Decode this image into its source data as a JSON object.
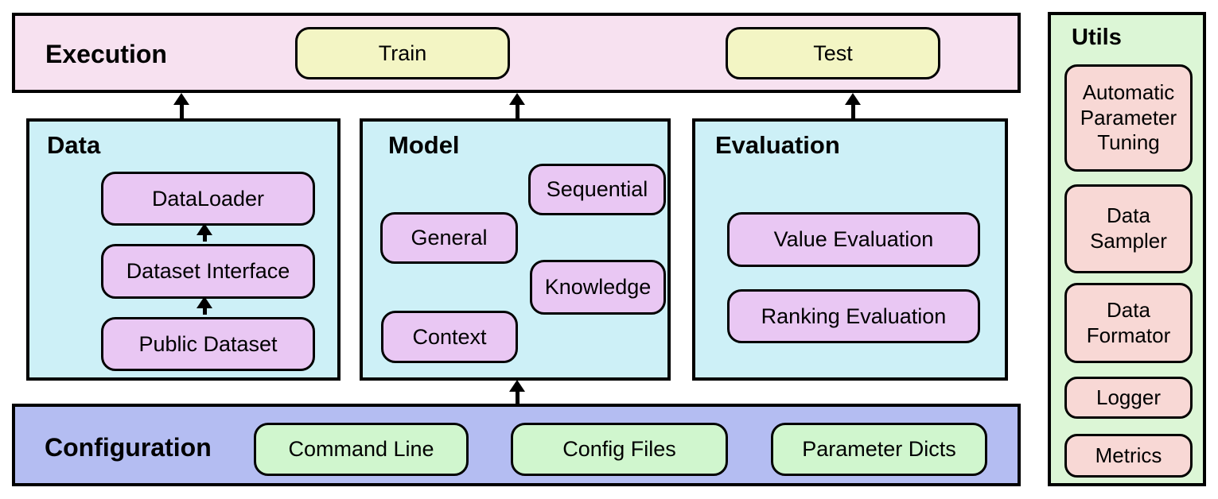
{
  "colors": {
    "execution_bg": "#F7E1F0",
    "task_node_bg": "#F3F5C4",
    "panel_bg": "#CDF0F7",
    "model_node_bg": "#E9C7F3",
    "config_bg": "#B4BDF2",
    "config_node_bg": "#D0F6CE",
    "utils_bg": "#DCF6D6",
    "utils_node_bg": "#F8D8D5",
    "border": "#000000"
  },
  "execution": {
    "title": "Execution",
    "nodes": [
      "Train",
      "Test"
    ]
  },
  "data_panel": {
    "title": "Data",
    "nodes": [
      "DataLoader",
      "Dataset Interface",
      "Public Dataset"
    ]
  },
  "model_panel": {
    "title": "Model",
    "nodes": [
      "Sequential",
      "General",
      "Knowledge",
      "Context"
    ]
  },
  "evaluation_panel": {
    "title": "Evaluation",
    "nodes": [
      "Value Evaluation",
      "Ranking Evaluation"
    ]
  },
  "configuration": {
    "title": "Configuration",
    "nodes": [
      "Command Line",
      "Config Files",
      "Parameter Dicts"
    ]
  },
  "utils": {
    "title": "Utils",
    "nodes": [
      "Automatic Parameter Tuning",
      "Data Sampler",
      "Data Formator",
      "Logger",
      "Metrics"
    ]
  }
}
